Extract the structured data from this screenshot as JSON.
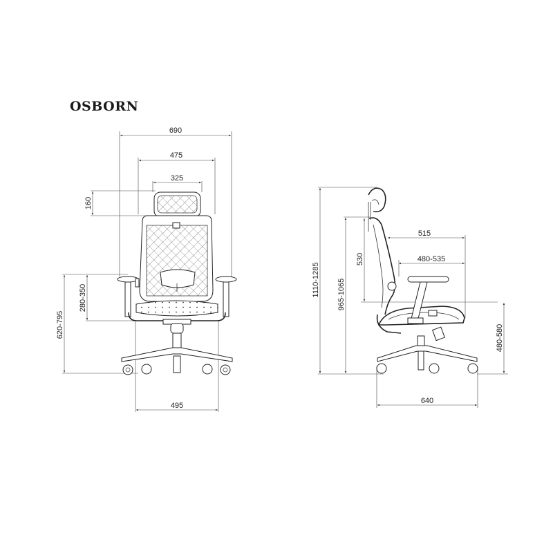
{
  "title": "OSBORN",
  "front_view": {
    "dimensions": {
      "overall_width": "690",
      "back_width": "475",
      "headrest_width": "325",
      "headrest_height": "160",
      "armrest_height": "280-350",
      "floor_to_armrest": "620-795",
      "base_width": "495"
    }
  },
  "side_view": {
    "dimensions": {
      "overall_height": "1110-1285",
      "back_height_from_floor": "965-1065",
      "back_height": "530",
      "overall_depth": "515",
      "seat_depth": "480-535",
      "seat_height": "480-580",
      "base_depth": "640"
    }
  },
  "colors": {
    "line": "#222222",
    "background": "#ffffff"
  }
}
